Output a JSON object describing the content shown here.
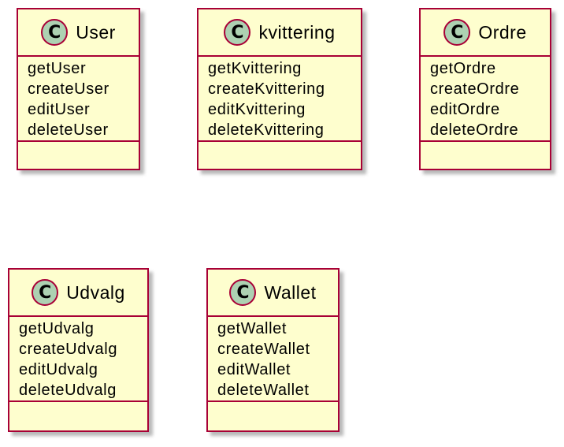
{
  "diagram": {
    "classes": [
      {
        "badge": "C",
        "name": "User",
        "methods": [
          "getUser",
          "createUser",
          "editUser",
          "deleteUser"
        ]
      },
      {
        "badge": "C",
        "name": "kvittering",
        "methods": [
          "getKvittering",
          "createKvittering",
          "editKvittering",
          "deleteKvittering"
        ]
      },
      {
        "badge": "C",
        "name": "Ordre",
        "methods": [
          "getOrdre",
          "createOrdre",
          "editOrdre",
          "deleteOrdre"
        ]
      },
      {
        "badge": "C",
        "name": "Udvalg",
        "methods": [
          "getUdvalg",
          "createUdvalg",
          "editUdvalg",
          "deleteUdvalg"
        ]
      },
      {
        "badge": "C",
        "name": "Wallet",
        "methods": [
          "getWallet",
          "createWallet",
          "editWallet",
          "deleteWallet"
        ]
      }
    ],
    "colors": {
      "box_fill": "#fefece",
      "border": "#a80036",
      "badge_fill": "#add1b2"
    }
  }
}
